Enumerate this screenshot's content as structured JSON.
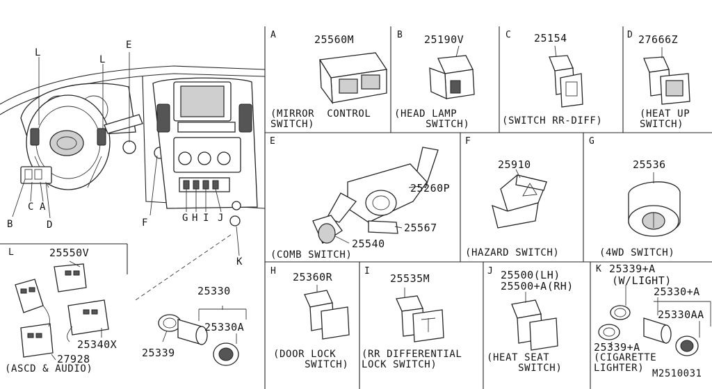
{
  "diagram_id": "M2510031",
  "overview": {
    "labels": {
      "l1": "L",
      "l2": "L",
      "e": "E",
      "f": "F",
      "b": "B",
      "c": "C",
      "a": "A",
      "d": "D",
      "g": "G",
      "h": "H",
      "i": "I",
      "j": "J",
      "k": "K"
    }
  },
  "cells": {
    "A": {
      "label": "A",
      "part": "25560M",
      "caption": "(MIRROR  CONTROL\nSWITCH)"
    },
    "B": {
      "label": "B",
      "part": "25190V",
      "caption": "(HEAD LAMP\n     SWITCH)"
    },
    "C": {
      "label": "C",
      "part": "25154",
      "caption": "(SWITCH RR-DIFF)"
    },
    "D": {
      "label": "D",
      "part": "27666Z",
      "caption": "(HEAT UP\nSWITCH)"
    },
    "E": {
      "label": "E",
      "parts": [
        "25260P",
        "25567",
        "25540"
      ],
      "caption": "(COMB SWITCH)"
    },
    "F": {
      "label": "F",
      "part": "25910",
      "caption": "(HAZARD SWITCH)"
    },
    "G": {
      "label": "G",
      "part": "25536",
      "caption": "(4WD SWITCH)"
    },
    "H": {
      "label": "H",
      "part": "25360R",
      "caption": "(DOOR LOCK\n     SWITCH)"
    },
    "I": {
      "label": "I",
      "part": "25535M",
      "caption": "(RR DIFFERENTIAL\nLOCK SWITCH)"
    },
    "J": {
      "label": "J",
      "parts": [
        "25500(LH)",
        "25500+A(RH)"
      ],
      "caption": "(HEAT SEAT\n     SWITCH)"
    },
    "K": {
      "label": "K",
      "parts": [
        "25339+A",
        "(W/LIGHT)",
        "25330+A",
        "25330AA",
        "25339+A"
      ],
      "caption": "(CIGARETTE\nLIGHTER)"
    },
    "L": {
      "label": "L",
      "parts": [
        "25550V",
        "25340X",
        "27928"
      ],
      "caption": "(ASCD & AUDIO)"
    },
    "lighter": {
      "parts": [
        "25330",
        "25330A",
        "25339"
      ]
    }
  }
}
